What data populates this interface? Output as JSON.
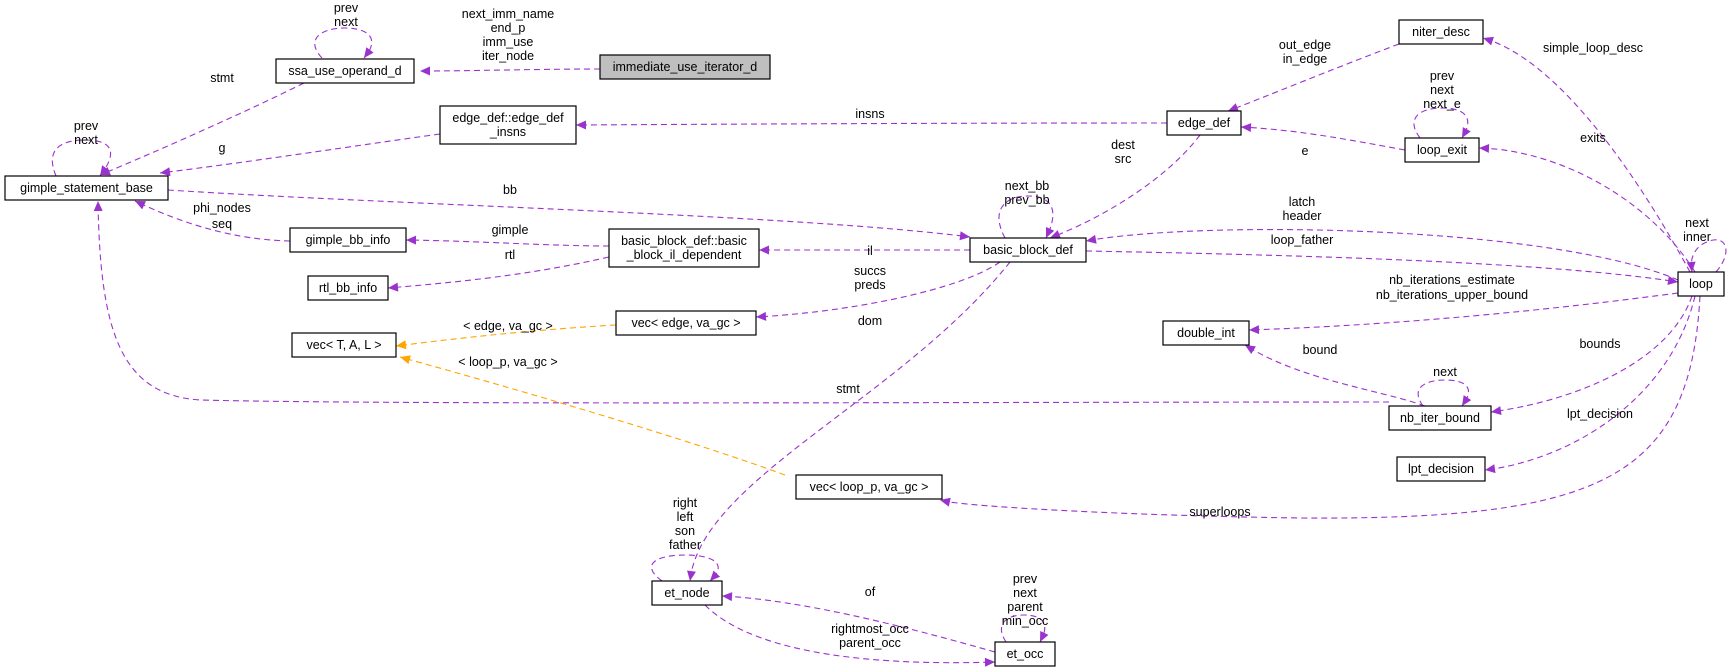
{
  "colors": {
    "member_edge": "#9a32cd",
    "template_edge": "#ffa500",
    "highlight_fill": "#bfbfbf"
  },
  "nodes": {
    "immediate_use_iterator_d": [
      "immediate_use_iterator_d"
    ],
    "ssa_use_operand_d": [
      "ssa_use_operand_d"
    ],
    "gimple_statement_base": [
      "gimple_statement_base"
    ],
    "edge_def_insns": [
      "edge_def::edge_def",
      "_insns"
    ],
    "gimple_bb_info": [
      "gimple_bb_info"
    ],
    "rtl_bb_info": [
      "rtl_bb_info"
    ],
    "basic_block_il_dependent": [
      "basic_block_def::basic",
      "_block_il_dependent"
    ],
    "vec_T_A_L": [
      "vec< T, A, L >"
    ],
    "vec_edge": [
      "vec< edge, va_gc >"
    ],
    "basic_block_def": [
      "basic_block_def"
    ],
    "edge_def": [
      "edge_def"
    ],
    "niter_desc": [
      "niter_desc"
    ],
    "loop_exit": [
      "loop_exit"
    ],
    "loop": [
      "loop"
    ],
    "double_int": [
      "double_int"
    ],
    "nb_iter_bound": [
      "nb_iter_bound"
    ],
    "lpt_decision": [
      "lpt_decision"
    ],
    "vec_loop_p": [
      "vec< loop_p, va_gc >"
    ],
    "et_node": [
      "et_node"
    ],
    "et_occ": [
      "et_occ"
    ]
  },
  "edges": [
    {
      "from": "immediate_use_iterator_d",
      "to": "ssa_use_operand_d",
      "kind": "member",
      "label": [
        "next_imm_name",
        "end_p",
        "imm_use",
        "iter_node"
      ]
    },
    {
      "from": "ssa_use_operand_d",
      "to": "ssa_use_operand_d",
      "kind": "member",
      "label": [
        "prev",
        "next"
      ]
    },
    {
      "from": "ssa_use_operand_d",
      "to": "gimple_statement_base",
      "kind": "member",
      "label": [
        "stmt"
      ]
    },
    {
      "from": "gimple_statement_base",
      "to": "gimple_statement_base",
      "kind": "member",
      "label": [
        "prev",
        "next"
      ]
    },
    {
      "from": "edge_def_insns",
      "to": "gimple_statement_base",
      "kind": "member",
      "label": [
        "g"
      ]
    },
    {
      "from": "gimple_bb_info",
      "to": "gimple_statement_base",
      "kind": "member",
      "label": [
        "phi_nodes",
        "seq"
      ]
    },
    {
      "from": "gimple_statement_base",
      "to": "basic_block_def",
      "kind": "member",
      "label": [
        "bb"
      ]
    },
    {
      "from": "nb_iter_bound",
      "to": "gimple_statement_base",
      "kind": "member",
      "label": [
        "stmt"
      ]
    },
    {
      "from": "basic_block_il_dependent",
      "to": "gimple_bb_info",
      "kind": "member",
      "label": [
        "gimple"
      ]
    },
    {
      "from": "basic_block_il_dependent",
      "to": "rtl_bb_info",
      "kind": "member",
      "label": [
        "rtl"
      ]
    },
    {
      "from": "basic_block_def",
      "to": "basic_block_il_dependent",
      "kind": "member",
      "label": [
        "il"
      ]
    },
    {
      "from": "edge_def",
      "to": "edge_def_insns",
      "kind": "member",
      "label": [
        "insns"
      ]
    },
    {
      "from": "vec_edge",
      "to": "vec_T_A_L",
      "kind": "template",
      "label": [
        "< edge, va_gc >"
      ]
    },
    {
      "from": "vec_loop_p",
      "to": "vec_T_A_L",
      "kind": "template",
      "label": [
        "< loop_p, va_gc >"
      ]
    },
    {
      "from": "basic_block_def",
      "to": "vec_edge",
      "kind": "member",
      "label": [
        "succs",
        "preds"
      ]
    },
    {
      "from": "basic_block_def",
      "to": "basic_block_def",
      "kind": "member",
      "label": [
        "next_bb",
        "prev_bb"
      ]
    },
    {
      "from": "edge_def",
      "to": "basic_block_def",
      "kind": "member",
      "label": [
        "dest",
        "src"
      ]
    },
    {
      "from": "loop",
      "to": "basic_block_def",
      "kind": "member",
      "label": [
        "latch",
        "header"
      ]
    },
    {
      "from": "basic_block_def",
      "to": "loop",
      "kind": "member",
      "label": [
        "loop_father"
      ]
    },
    {
      "from": "basic_block_def",
      "to": "et_node",
      "kind": "member",
      "label": [
        "dom"
      ]
    },
    {
      "from": "niter_desc",
      "to": "edge_def",
      "kind": "member",
      "label": [
        "out_edge",
        "in_edge"
      ]
    },
    {
      "from": "loop_exit",
      "to": "edge_def",
      "kind": "member",
      "label": [
        "e"
      ]
    },
    {
      "from": "loop",
      "to": "niter_desc",
      "kind": "member",
      "label": [
        "simple_loop_desc"
      ]
    },
    {
      "from": "loop_exit",
      "to": "loop_exit",
      "kind": "member",
      "label": [
        "prev",
        "next",
        "next_e"
      ]
    },
    {
      "from": "loop",
      "to": "loop_exit",
      "kind": "member",
      "label": [
        "exits"
      ]
    },
    {
      "from": "loop",
      "to": "loop",
      "kind": "member",
      "label": [
        "next",
        "inner"
      ]
    },
    {
      "from": "loop",
      "to": "double_int",
      "kind": "member",
      "label": [
        "nb_iterations_estimate",
        "nb_iterations_upper_bound"
      ]
    },
    {
      "from": "nb_iter_bound",
      "to": "double_int",
      "kind": "member",
      "label": [
        "bound"
      ]
    },
    {
      "from": "nb_iter_bound",
      "to": "nb_iter_bound",
      "kind": "member",
      "label": [
        "next"
      ]
    },
    {
      "from": "loop",
      "to": "nb_iter_bound",
      "kind": "member",
      "label": [
        "bounds"
      ]
    },
    {
      "from": "loop",
      "to": "lpt_decision",
      "kind": "member",
      "label": [
        "lpt_decision"
      ]
    },
    {
      "from": "loop",
      "to": "vec_loop_p",
      "kind": "member",
      "label": [
        "superloops"
      ]
    },
    {
      "from": "et_node",
      "to": "et_node",
      "kind": "member",
      "label": [
        "right",
        "left",
        "son",
        "father"
      ]
    },
    {
      "from": "et_occ",
      "to": "et_node",
      "kind": "member",
      "label": [
        "of"
      ]
    },
    {
      "from": "et_node",
      "to": "et_occ",
      "kind": "member",
      "label": [
        "rightmost_occ",
        "parent_occ"
      ]
    },
    {
      "from": "et_occ",
      "to": "et_occ",
      "kind": "member",
      "label": [
        "prev",
        "next",
        "parent",
        "min_occ"
      ]
    }
  ]
}
